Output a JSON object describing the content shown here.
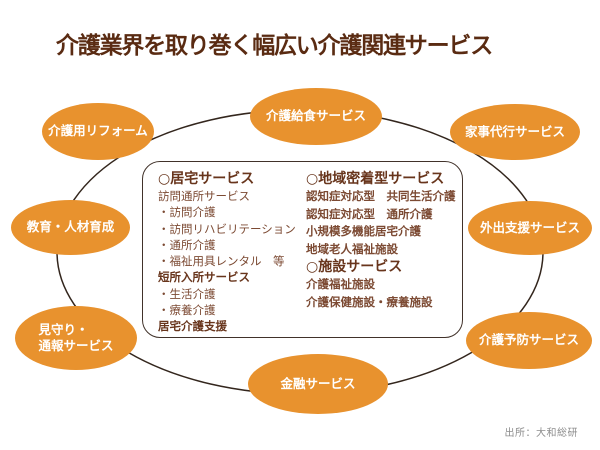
{
  "title": "介護業界を取り巻く幅広い介護関連サービス",
  "bubbles": [
    {
      "id": "kaigo-reform",
      "label": "介護用リフォーム"
    },
    {
      "id": "kyushoku",
      "label": "介護給食サービス"
    },
    {
      "id": "kaji-daiko",
      "label": "家事代行サービス"
    },
    {
      "id": "kyoiku-jinzai",
      "label": "教育・人材育成"
    },
    {
      "id": "gaishutsu",
      "label": "外出支援サービス"
    },
    {
      "id": "mimamori",
      "label": "見守り・\n通報サービス"
    },
    {
      "id": "kaigo-yobo",
      "label": "介護予防サービス"
    },
    {
      "id": "kinyu",
      "label": "金融サービス"
    }
  ],
  "service_box": {
    "left": [
      {
        "text": "○居宅サービス"
      },
      {
        "text": "訪問通所サービス"
      },
      {
        "text": "・訪問介護"
      },
      {
        "text": "・訪問リハビリテーション"
      },
      {
        "text": "・通所介護"
      },
      {
        "text": "・福祉用具レンタル　等"
      },
      {
        "text": "短所入所サービス"
      },
      {
        "text": "・生活介護"
      },
      {
        "text": "・療養介護"
      },
      {
        "text": "居宅介護支援"
      }
    ],
    "right": [
      {
        "text": "○地域密着型サービス"
      },
      {
        "text": "認知症対応型　共同生活介護"
      },
      {
        "text": "認知症対応型　通所介護"
      },
      {
        "text": "小規模多機能居宅介護"
      },
      {
        "text": "地域老人福祉施設"
      },
      {
        "text": "○施設サービス"
      },
      {
        "text": "介護福祉施設"
      },
      {
        "text": "介護保健施設・療養施設"
      }
    ]
  },
  "source": "出所：大和総研",
  "colors": {
    "bubble_orange": "#E8922E",
    "title_brown": "#5A2B12",
    "body_text_brown": "#7C4A33",
    "heading_brown": "#68351C",
    "ring_line": "#33261D"
  }
}
